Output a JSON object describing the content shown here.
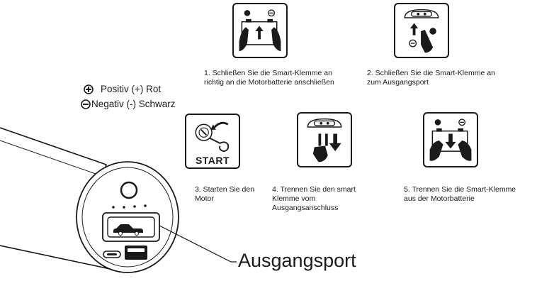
{
  "legend": {
    "positive": "Positiv (+) Rot",
    "negative": "Negativ (-) Schwarz"
  },
  "steps": [
    {
      "caption_lines": [
        "1. Schließen Sie die Smart-Klemme an",
        "richtig an die Motorbatterie anschließen"
      ],
      "icon": "battery-clamp-connect-icon"
    },
    {
      "caption_lines": [
        "2. Schließen Sie die Smart-Klemme an",
        "zum Ausgangsport"
      ],
      "icon": "output-port-connect-icon"
    },
    {
      "caption_lines": [
        "3. Starten Sie den",
        "Motor"
      ],
      "icon": "ignition-key-icon",
      "box_label": "START"
    },
    {
      "caption_lines": [
        "4. Trennen Sie den smart",
        "Klemme vom",
        "Ausgangsanschluss"
      ],
      "icon": "output-port-disconnect-icon"
    },
    {
      "caption_lines": [
        "5. Trennen Sie die Smart-Klemme",
        "aus der Motorbatterie"
      ],
      "icon": "battery-clamp-disconnect-icon"
    }
  ],
  "callout": {
    "label": "Ausgangsport"
  }
}
